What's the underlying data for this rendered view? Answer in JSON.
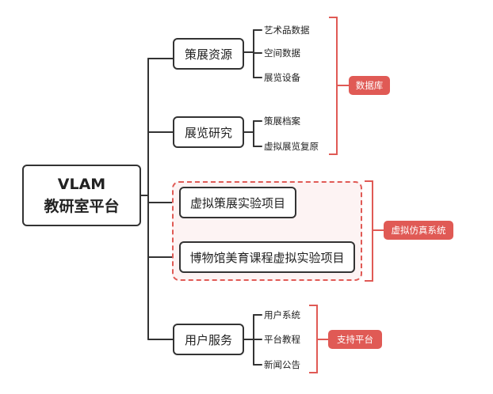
{
  "root": {
    "line1": "VLAM",
    "line2": "教研室平台"
  },
  "branches": [
    {
      "label": "策展资源",
      "children": [
        "艺术品数据",
        "空间数据",
        "展览设备"
      ]
    },
    {
      "label": "展览研究",
      "children": [
        "策展档案",
        "虚拟展览复原"
      ]
    },
    {
      "label": "虚拟策展实验项目",
      "children": []
    },
    {
      "label": "博物馆美育课程虚拟实验项目",
      "children": []
    },
    {
      "label": "用户服务",
      "children": [
        "用户系统",
        "平台教程",
        "新闻公告"
      ]
    }
  ],
  "tags": {
    "database": "数据库",
    "virtual_sim": "虚拟仿真系统",
    "support": "支持平台"
  },
  "colors": {
    "line": "#333333",
    "accent": "#e05a55",
    "accent_fill": "#fdf3f3"
  }
}
